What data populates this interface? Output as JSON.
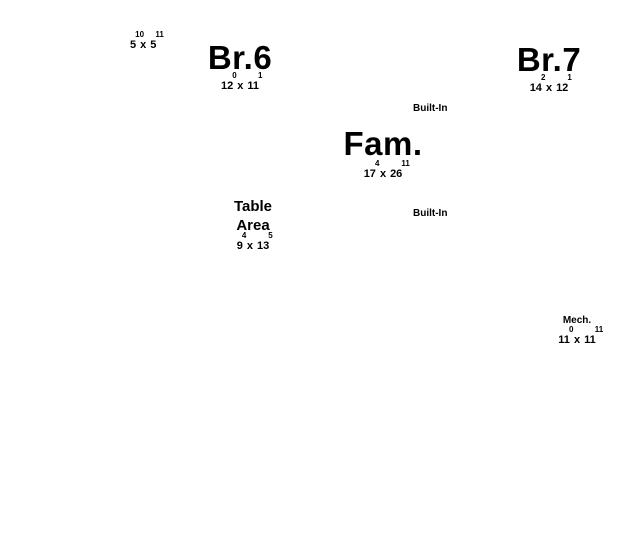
{
  "rooms": {
    "small_room": {
      "dim": {
        "w": "5",
        "w_in": "10",
        "h": "5",
        "h_in": "11"
      }
    },
    "br6": {
      "name": "Br.6",
      "dim": {
        "w": "12",
        "w_in": "0",
        "h": "11",
        "h_in": "1"
      }
    },
    "br7": {
      "name": "Br.7",
      "dim": {
        "w": "14",
        "w_in": "2",
        "h": "12",
        "h_in": "1"
      }
    },
    "fam": {
      "name": "Fam.",
      "dim": {
        "w": "17",
        "w_in": "4",
        "h": "26",
        "h_in": "11"
      }
    },
    "table_area": {
      "name_line1": "Table",
      "name_line2": "Area",
      "dim": {
        "w": "9",
        "w_in": "4",
        "h": "13",
        "h_in": "5"
      }
    },
    "mech": {
      "name": "Mech.",
      "dim": {
        "w": "11",
        "w_in": "0",
        "h": "11",
        "h_in": "11"
      }
    }
  },
  "labels": {
    "builtin_upper": "Built-In",
    "builtin_lower": "Built-In"
  }
}
